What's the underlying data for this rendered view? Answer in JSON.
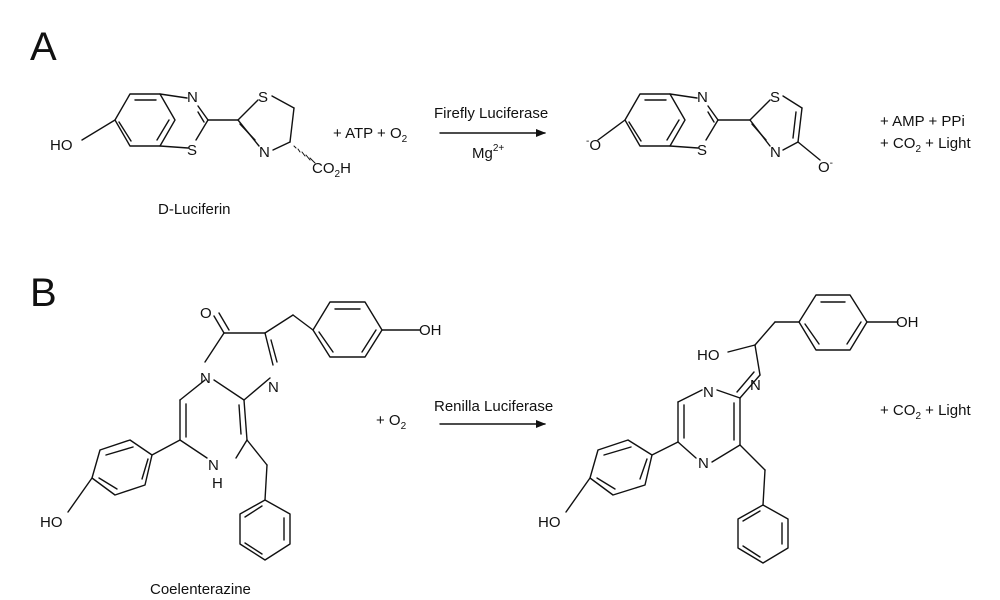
{
  "panels": {
    "a": "A",
    "b": "B"
  },
  "reaction_a": {
    "reagents": {
      "ch1": "+ ATP + O",
      "ch2": "2"
    },
    "enzyme": "Firefly Luciferase",
    "cofactor": {
      "ion": "Mg",
      "charge": "2+"
    },
    "products_line1": "+ AMP + PPi",
    "products_line2": {
      "p1": "+ CO",
      "sub": "2",
      "p2": " + Light"
    },
    "substrate_name": "D-Luciferin",
    "atoms": {
      "n": "N",
      "s": "S",
      "ho": "HO",
      "co2h_a": "CO",
      "co2h_sub": "2",
      "co2h_b": "H",
      "o": "O",
      "minus": "-"
    }
  },
  "reaction_b": {
    "reagent": {
      "p": "+ O",
      "sub": "2"
    },
    "enzyme": "Renilla Luciferase",
    "products": {
      "p1": "+ CO",
      "sub": "2",
      "p2": " + Light"
    },
    "substrate_name": "Coelenterazine",
    "atoms": {
      "o": "O",
      "oh": "OH",
      "ho": "HO",
      "n": "N",
      "h": "H"
    }
  }
}
